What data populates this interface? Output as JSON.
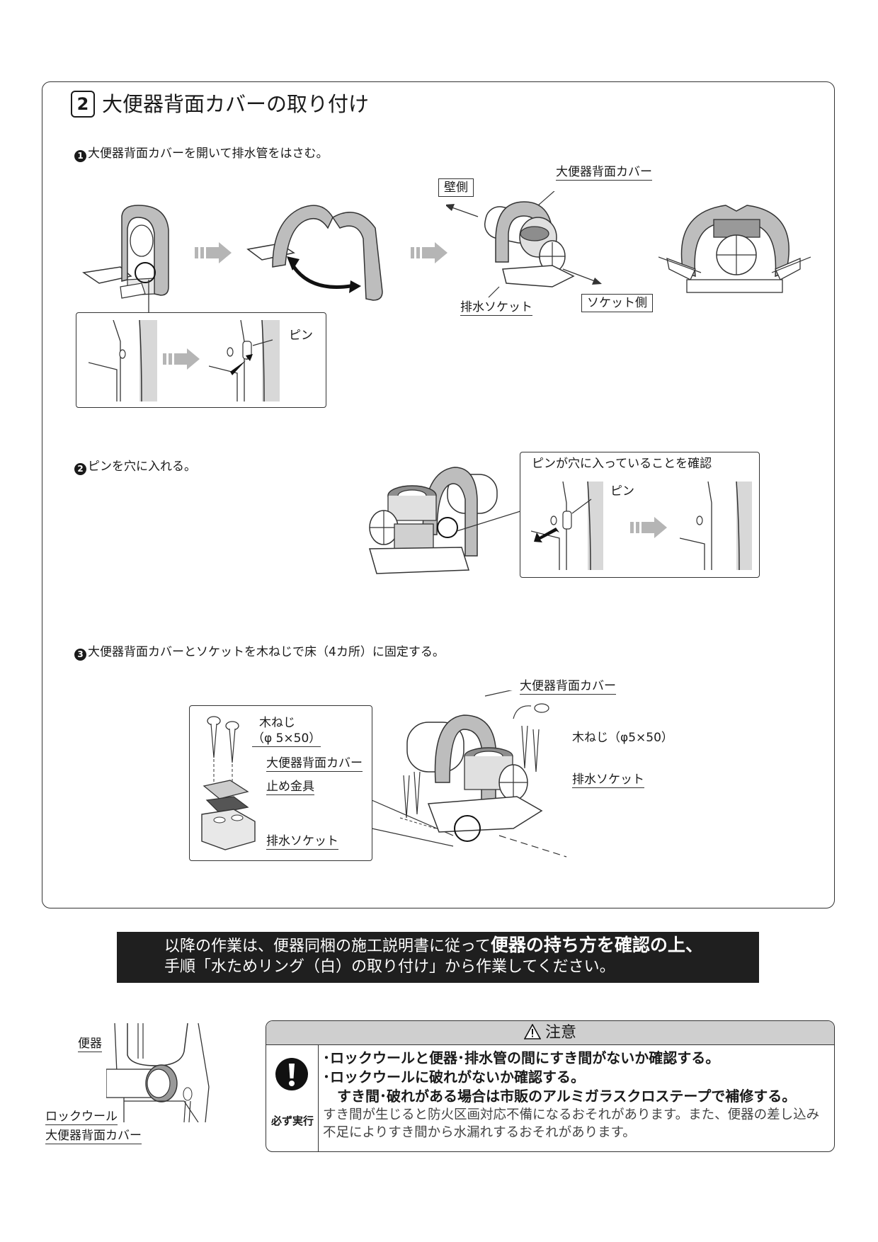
{
  "section": {
    "number": "2",
    "title": "大便器背面カバーの取り付け"
  },
  "steps": [
    {
      "marker": "1",
      "text": "大便器背面カバーを開いて排水管をはさむ。"
    },
    {
      "marker": "2",
      "text": "ピンを穴に入れる。"
    },
    {
      "marker": "3",
      "text": "大便器背面カバーとソケットを木ねじで床（4カ所）に固定する。"
    }
  ],
  "fig1": {
    "label_wall": "壁側",
    "label_cover": "大便器背面カバー",
    "label_socket_side": "ソケット側",
    "label_drain_socket": "排水ソケット",
    "label_pin": "ピン"
  },
  "fig2": {
    "inset_title": "ピンが穴に入っていることを確認",
    "label_pin": "ピン"
  },
  "fig3": {
    "inset_screw": "木ねじ",
    "inset_screw_size": "（φ 5×50）",
    "inset_cover": "大便器背面カバー",
    "inset_bracket": "止め金具",
    "inset_socket": "排水ソケット",
    "label_cover": "大便器背面カバー",
    "label_screw": "木ねじ（φ5×50）",
    "label_socket": "排水ソケット"
  },
  "notice": {
    "line1_normal": "以降の作業は、便器同梱の施工説明書に従って",
    "line1_bold": "便器の持ち方を確認の上、",
    "line2": "手順「水ためリング（白）の取り付け」から作業してください。"
  },
  "side_fig": {
    "label_toilet": "便器",
    "label_rockwool": "ロックウール",
    "label_cover": "大便器背面カバー"
  },
  "caution": {
    "title": "注意",
    "icon_label": "必ず実行",
    "lines": [
      "･ロックウールと便器･排水管の間にすき間がないか確認する。",
      "･ロックウールに破れがないか確認する。",
      "　すき間･破れがある場合は市販のアルミガラスクロステープで補修する。"
    ],
    "note": "すき間が生じると防火区画対応不備になるおそれがあります。また、便器の差し込み不足によりすき間から水漏れするおそれがあります。"
  },
  "colors": {
    "notice_bg": "#1f1f1f",
    "caution_header": "#cfcfcf",
    "cover_gray": "#bdbdbd",
    "arrow_gray": "#b5b5b5"
  }
}
